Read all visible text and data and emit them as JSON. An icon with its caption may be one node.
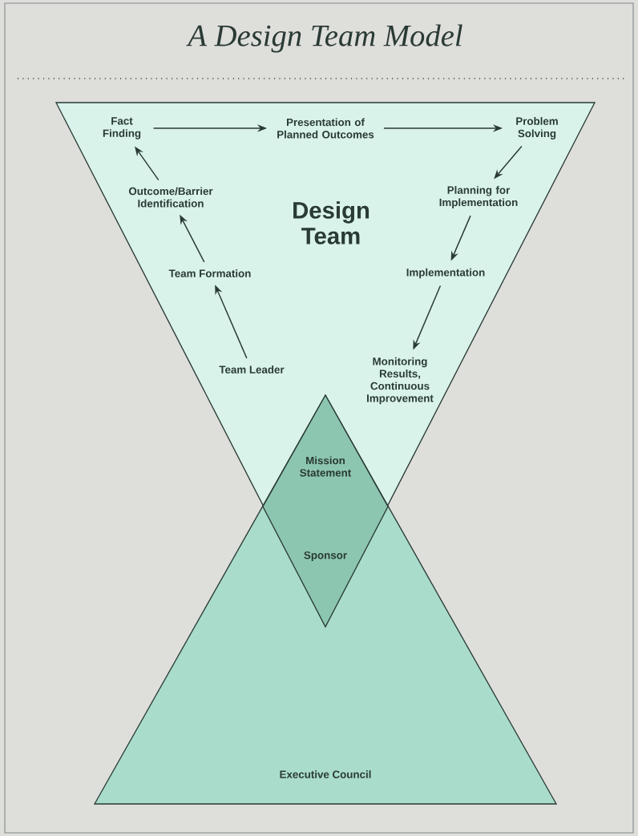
{
  "diagram": {
    "title": "A Design Team Model",
    "nodes": [
      {
        "text": [
          "Design Team"
        ]
      },
      {
        "text": [
          "Fact Finding"
        ],
        "in": 0
      },
      {
        "text": [
          "Presentation of Planned Outcomes"
        ],
        "in": 0
      },
      {
        "text": [
          "Problem Solving"
        ],
        "in": 0
      },
      {
        "text": [
          "Outcome/Barrier Identification"
        ],
        "in": 0
      },
      {
        "text": [
          "Planning for Implementation"
        ],
        "in": 0
      },
      {
        "text": [
          "Team Formation"
        ],
        "in": 0
      },
      {
        "text": [
          "Implementation"
        ],
        "in": 0
      },
      {
        "text": [
          "Team Leader"
        ],
        "in": 0
      },
      {
        "text": [
          "Monitoring Results, Continuous Improvement"
        ],
        "in": 0
      },
      {
        "text": [
          "Mission Statement",
          "Sponsor"
        ]
      },
      {
        "text": [
          "Executive Council"
        ]
      }
    ],
    "edges": [
      {
        "from": 8,
        "to": 6,
        "arrow": "to"
      },
      {
        "from": 6,
        "to": 4,
        "arrow": "to"
      },
      {
        "from": 4,
        "to": 1,
        "arrow": "to"
      },
      {
        "from": 1,
        "to": 2,
        "arrow": "to"
      },
      {
        "from": 2,
        "to": 3,
        "arrow": "to"
      },
      {
        "from": 3,
        "to": 5,
        "arrow": "to"
      },
      {
        "from": 5,
        "to": 7,
        "arrow": "to"
      },
      {
        "from": 7,
        "to": 9,
        "arrow": "to"
      }
    ]
  }
}
